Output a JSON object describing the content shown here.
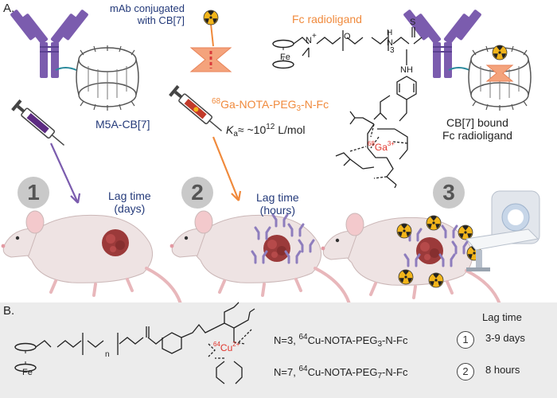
{
  "panel_a": {
    "label": "A.",
    "mab_label": [
      "mAb conjugated",
      "with CB[7]"
    ],
    "fc_radioligand_label": "Fc radioligand",
    "m5a_label": "M5A-CB[7]",
    "ga_label": {
      "iso": "68",
      "rest": "Ga-NOTA-PEG",
      "sub": "3",
      "tail": "-N-Fc"
    },
    "ka_label": {
      "ka": "K",
      "ka_sub": "a",
      "approx": "≈ ~10",
      "exp": "12",
      "unit": " L/mol"
    },
    "bound_label": [
      "CB[7] bound",
      "Fc radioligand"
    ],
    "steps": [
      "1",
      "2",
      "3"
    ],
    "lag1": [
      "Lag time",
      "(days)"
    ],
    "lag2": [
      "Lag time",
      "(hours)"
    ],
    "structure": {
      "n_plus": "N",
      "plus": "+",
      "fe": "Fe",
      "o": "O",
      "n_sub": "3",
      "nh": "H",
      "n_h": "N",
      "s": "S",
      "nh2": "NH",
      "ga_iso": "68",
      "ga": "Ga",
      "ga_charge": "3+"
    }
  },
  "panel_b": {
    "label": "B.",
    "lag_header": "Lag time",
    "rows": [
      {
        "n": "N=3, ",
        "iso": "64",
        "name": "Cu-NOTA-PEG",
        "sub": "3",
        "tail": "-N-Fc",
        "marker": "1",
        "lag": "3-9 days"
      },
      {
        "n": "N=7, ",
        "iso": "64",
        "name": "Cu-NOTA-PEG",
        "sub": "7",
        "tail": "-N-Fc",
        "marker": "2",
        "lag": "8 hours"
      }
    ],
    "structure": {
      "cu_iso": "64",
      "cu": "Cu",
      "cu_charge": "2+",
      "fe": "Fe",
      "n": "n"
    }
  },
  "colors": {
    "antibody": "#7b5cae",
    "orange": "#f08a3c",
    "navy": "#243a7a",
    "mouse": "#eee3e3",
    "tumor": "#9b3a3a",
    "panel_b_bg": "#ececec"
  }
}
